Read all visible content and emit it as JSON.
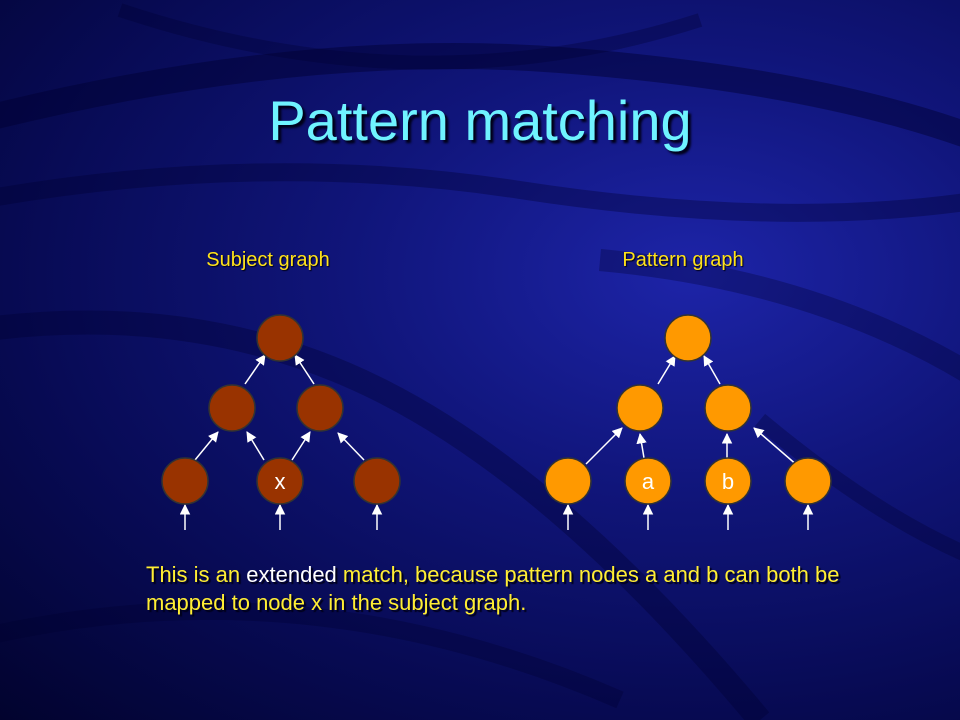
{
  "slide": {
    "title": "Pattern matching",
    "subject_label": "Subject graph",
    "pattern_label": "Pattern graph",
    "caption_part1": "This is an ",
    "caption_em": "extended",
    "caption_part2": " match, because pattern nodes a and b can both be mapped to node x in the subject graph."
  },
  "subject_graph": {
    "node_color": "#993300",
    "nodes": [
      {
        "id": "s-top",
        "label": ""
      },
      {
        "id": "s-mid-left",
        "label": ""
      },
      {
        "id": "s-mid-right",
        "label": ""
      },
      {
        "id": "s-leaf-1",
        "label": ""
      },
      {
        "id": "s-leaf-x",
        "label": "x"
      },
      {
        "id": "s-leaf-3",
        "label": ""
      }
    ]
  },
  "pattern_graph": {
    "node_color": "#ff9900",
    "nodes": [
      {
        "id": "p-top",
        "label": ""
      },
      {
        "id": "p-mid-left",
        "label": ""
      },
      {
        "id": "p-mid-right",
        "label": ""
      },
      {
        "id": "p-leaf-1",
        "label": ""
      },
      {
        "id": "p-leaf-a",
        "label": "a"
      },
      {
        "id": "p-leaf-b",
        "label": "b"
      },
      {
        "id": "p-leaf-4",
        "label": ""
      }
    ]
  },
  "colors": {
    "title": "#6ff3ff",
    "labels": "#ffe21a",
    "edges": "#ffffff"
  }
}
